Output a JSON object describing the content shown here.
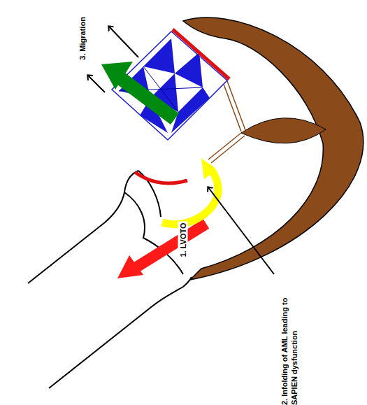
{
  "diagram": {
    "labels": [
      "3. Migration",
      "1. LVOTO",
      "2. Infolding of AML leading to SAPIEN dysfunction"
    ]
  }
}
